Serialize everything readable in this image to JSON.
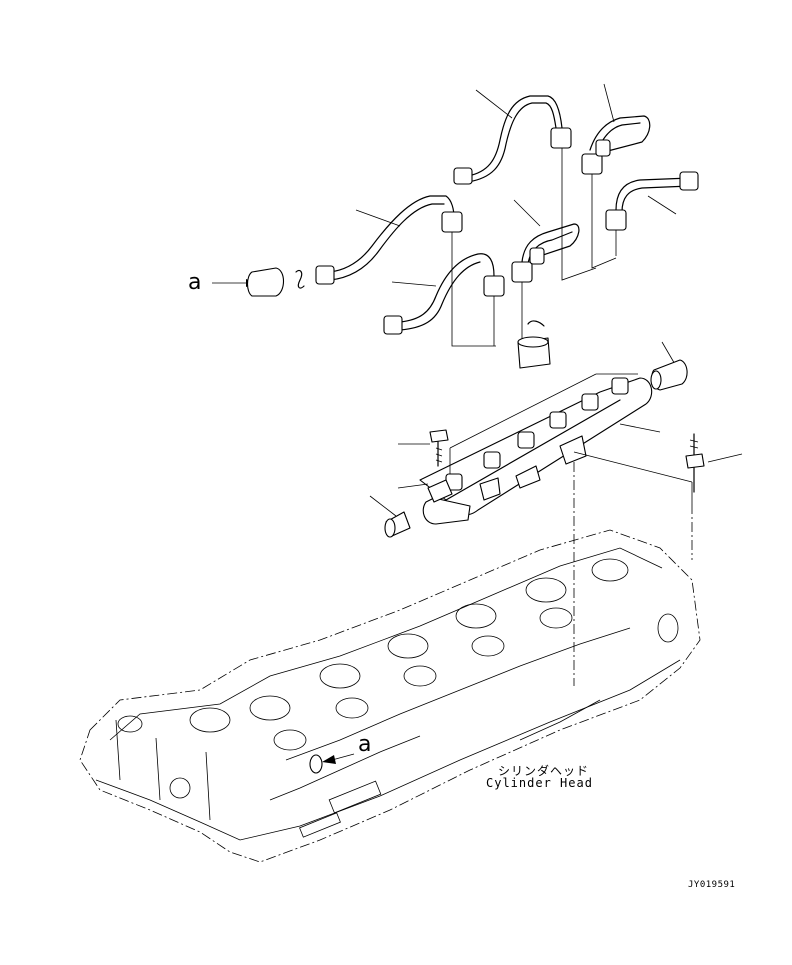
{
  "diagram": {
    "callouts": {
      "a_upper": "a",
      "a_lower": "a"
    },
    "cylinder_head_label": {
      "japanese": "シリンダヘッド",
      "english": "Cylinder Head"
    },
    "figure_code": "JY019591"
  }
}
